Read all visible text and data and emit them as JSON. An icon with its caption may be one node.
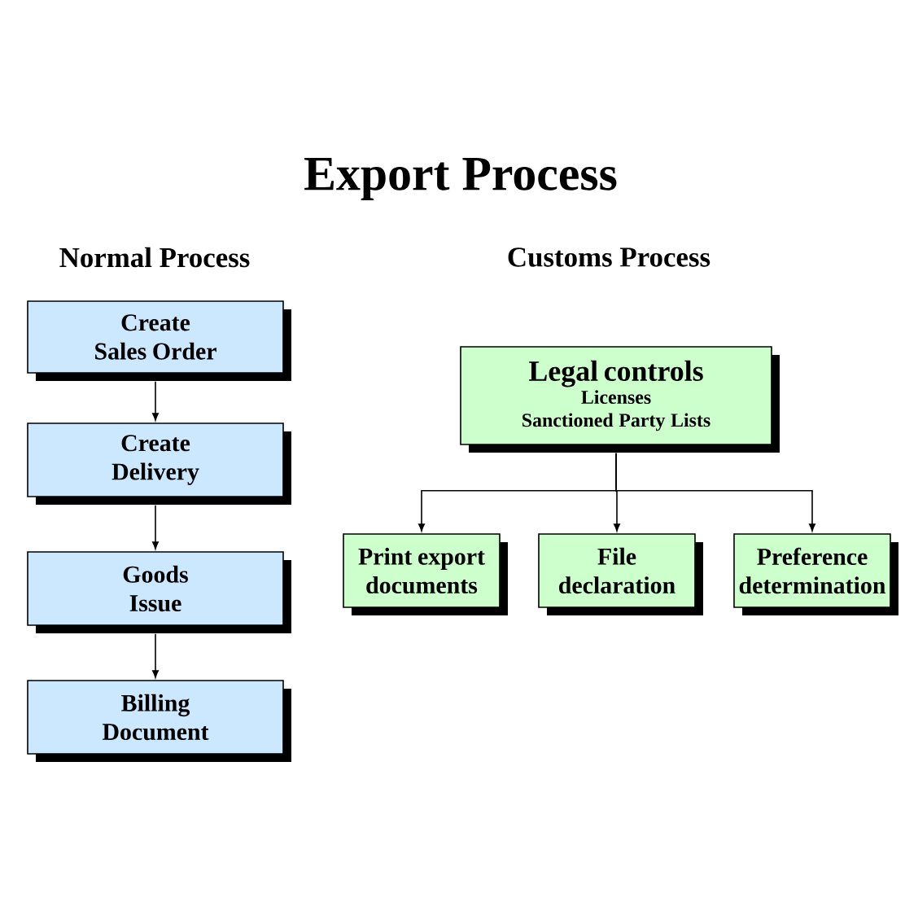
{
  "diagram": {
    "title": "Export Process",
    "nodes": [
      {
        "text": [
          "Create Sales Order"
        ]
      },
      {
        "text": [
          "Create Delivery"
        ]
      },
      {
        "text": [
          "Goods Issue"
        ]
      },
      {
        "text": [
          "Billing Document"
        ]
      },
      {
        "text": [
          "Legal controls",
          "Licenses",
          "Sanctioned Party Lists"
        ]
      },
      {
        "text": [
          "Print export documents"
        ]
      },
      {
        "text": [
          "File declaration"
        ]
      },
      {
        "text": [
          "Preference determination"
        ]
      }
    ],
    "edges": [
      {
        "from": 0,
        "to": 1,
        "arrow": "to"
      },
      {
        "from": 1,
        "to": 2,
        "arrow": "to"
      },
      {
        "from": 2,
        "to": 3,
        "arrow": "to"
      },
      {
        "from": 4,
        "to": 5,
        "arrow": "to"
      },
      {
        "from": 4,
        "to": 6,
        "arrow": "to"
      },
      {
        "from": 4,
        "to": 7,
        "arrow": "to"
      }
    ],
    "labels": [
      "Normal Process",
      "Customs Process"
    ]
  }
}
